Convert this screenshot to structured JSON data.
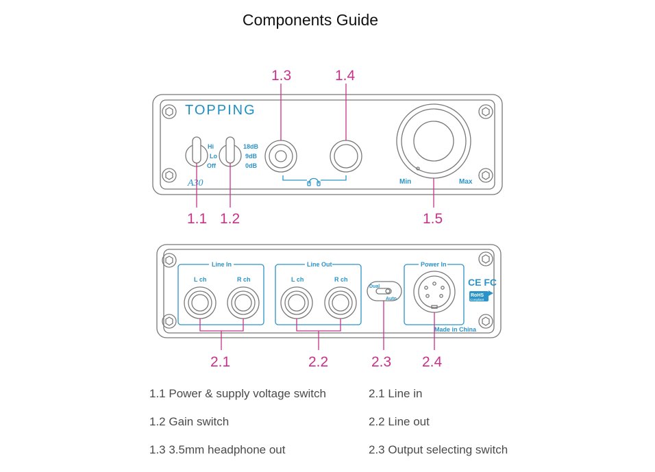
{
  "title": "Components Guide",
  "front_panel": {
    "brand": "TOPPING",
    "model": "A30",
    "power_switch_labels": [
      "Hi",
      "Lo",
      "Off"
    ],
    "gain_switch_labels": [
      "18dB",
      "9dB",
      "0dB"
    ],
    "volume_min": "Min",
    "volume_max": "Max"
  },
  "rear_panel": {
    "line_in": "Line In",
    "line_out": "Line Out",
    "power_in": "Power In",
    "l_ch": "L ch",
    "r_ch": "R ch",
    "dual": "Dual",
    "auto": "Auto",
    "made_in": "Made in China",
    "cert_ce_fc": "CE FC",
    "cert_rohs": "RoHS",
    "cert_compliant": "Compliant"
  },
  "callouts": {
    "c11": "1.1",
    "c12": "1.2",
    "c13": "1.3",
    "c14": "1.4",
    "c15": "1.5",
    "c21": "2.1",
    "c22": "2.2",
    "c23": "2.3",
    "c24": "2.4"
  },
  "legend": {
    "left": [
      "1.1 Power & supply voltage switch",
      "1.2 Gain switch",
      "1.3 3.5mm headphone out"
    ],
    "right": [
      "2.1 Line in",
      "2.2 Line out",
      "2.3 Output selecting switch"
    ]
  },
  "colors": {
    "callout": "#c8318a",
    "panel_accent": "#2a93c8",
    "outline": "#777777"
  }
}
